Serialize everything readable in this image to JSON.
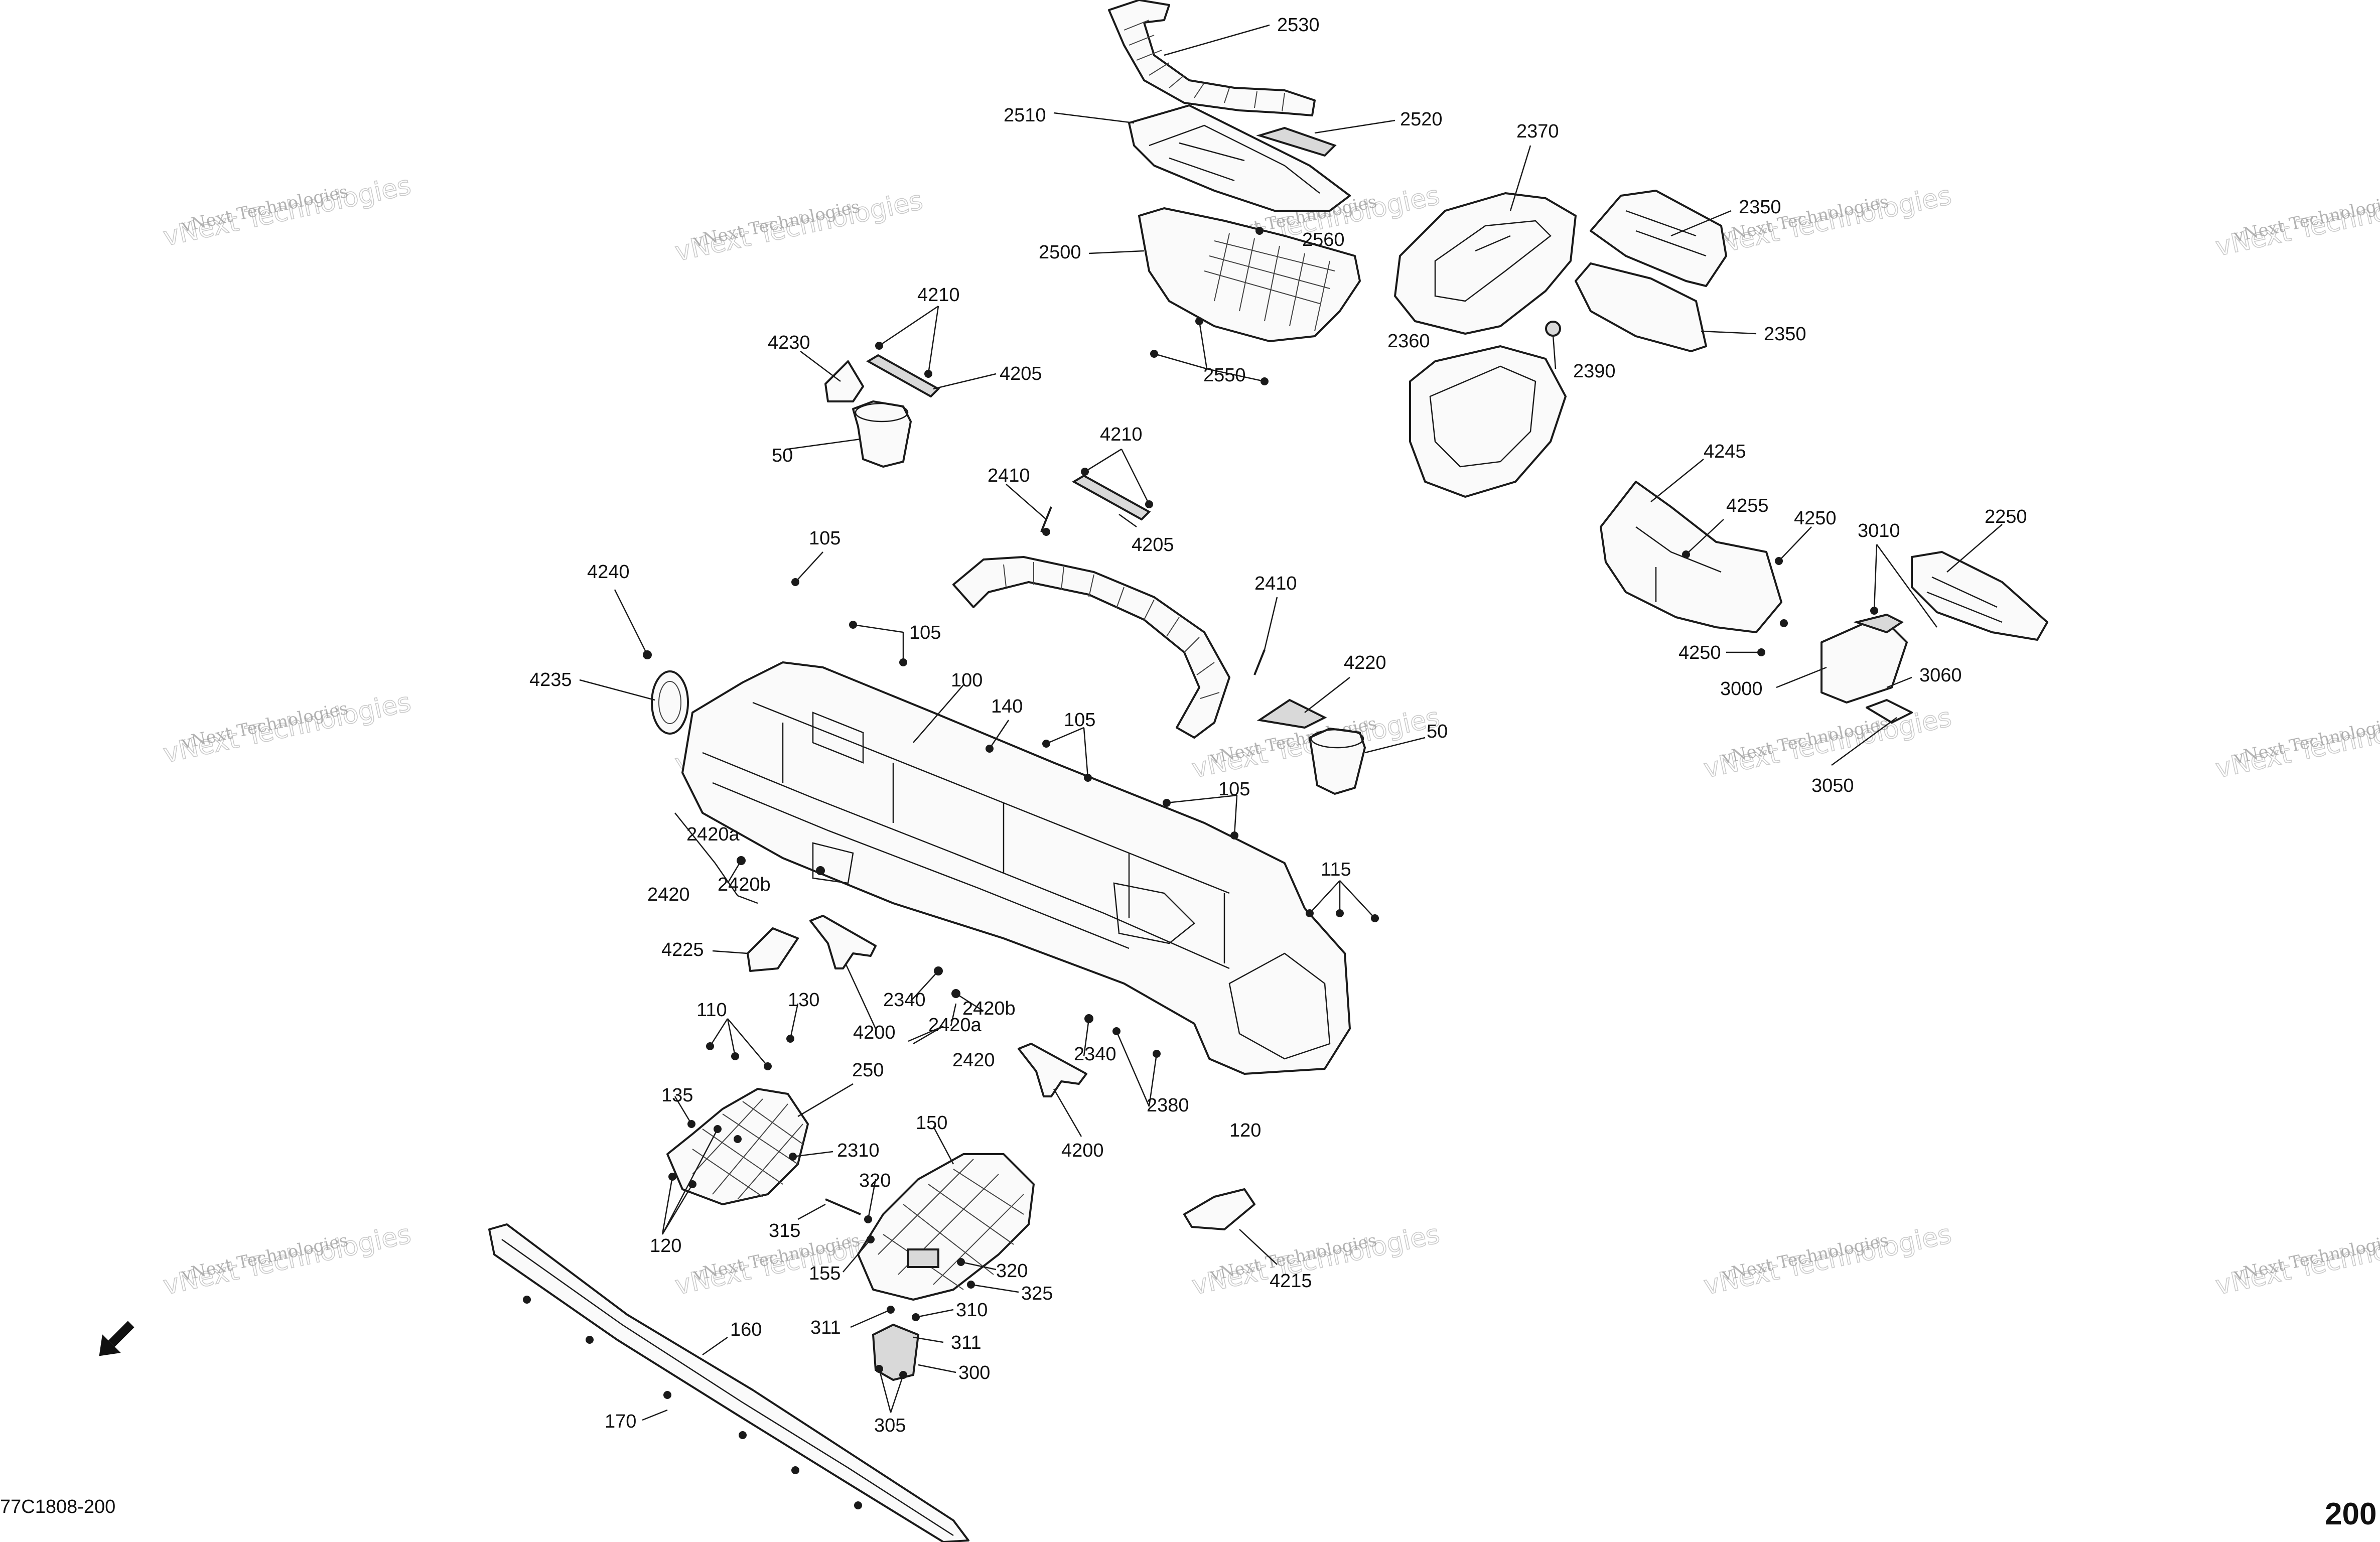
{
  "diagram": {
    "callouts": [
      "2530",
      "2510",
      "2520",
      "2370",
      "2350",
      "2350",
      "2560",
      "2500",
      "4210",
      "4230",
      "4205",
      "2390",
      "2360",
      "2550",
      "50",
      "4210",
      "2410",
      "4205",
      "4245",
      "4255",
      "4250",
      "3010",
      "2250",
      "105",
      "4240",
      "105",
      "2410",
      "4250",
      "4235",
      "100",
      "4220",
      "3000",
      "3060",
      "140",
      "105",
      "50",
      "3050",
      "105",
      "2420a",
      "2420b",
      "2420",
      "115",
      "4225",
      "2340",
      "2420b",
      "2420a",
      "4200",
      "110",
      "130",
      "2340",
      "2420",
      "2380",
      "250",
      "135",
      "120",
      "150",
      "4200",
      "2310",
      "320",
      "315",
      "120",
      "155",
      "320",
      "325",
      "4215",
      "310",
      "311",
      "311",
      "160",
      "300",
      "305",
      "170"
    ],
    "watermark": {
      "line1": "vNext Technologies",
      "line2": "vNext Technologies"
    },
    "drawing_code": "77C1808-200",
    "page_number": "200",
    "direction_icon": "arrow-front-icon"
  }
}
